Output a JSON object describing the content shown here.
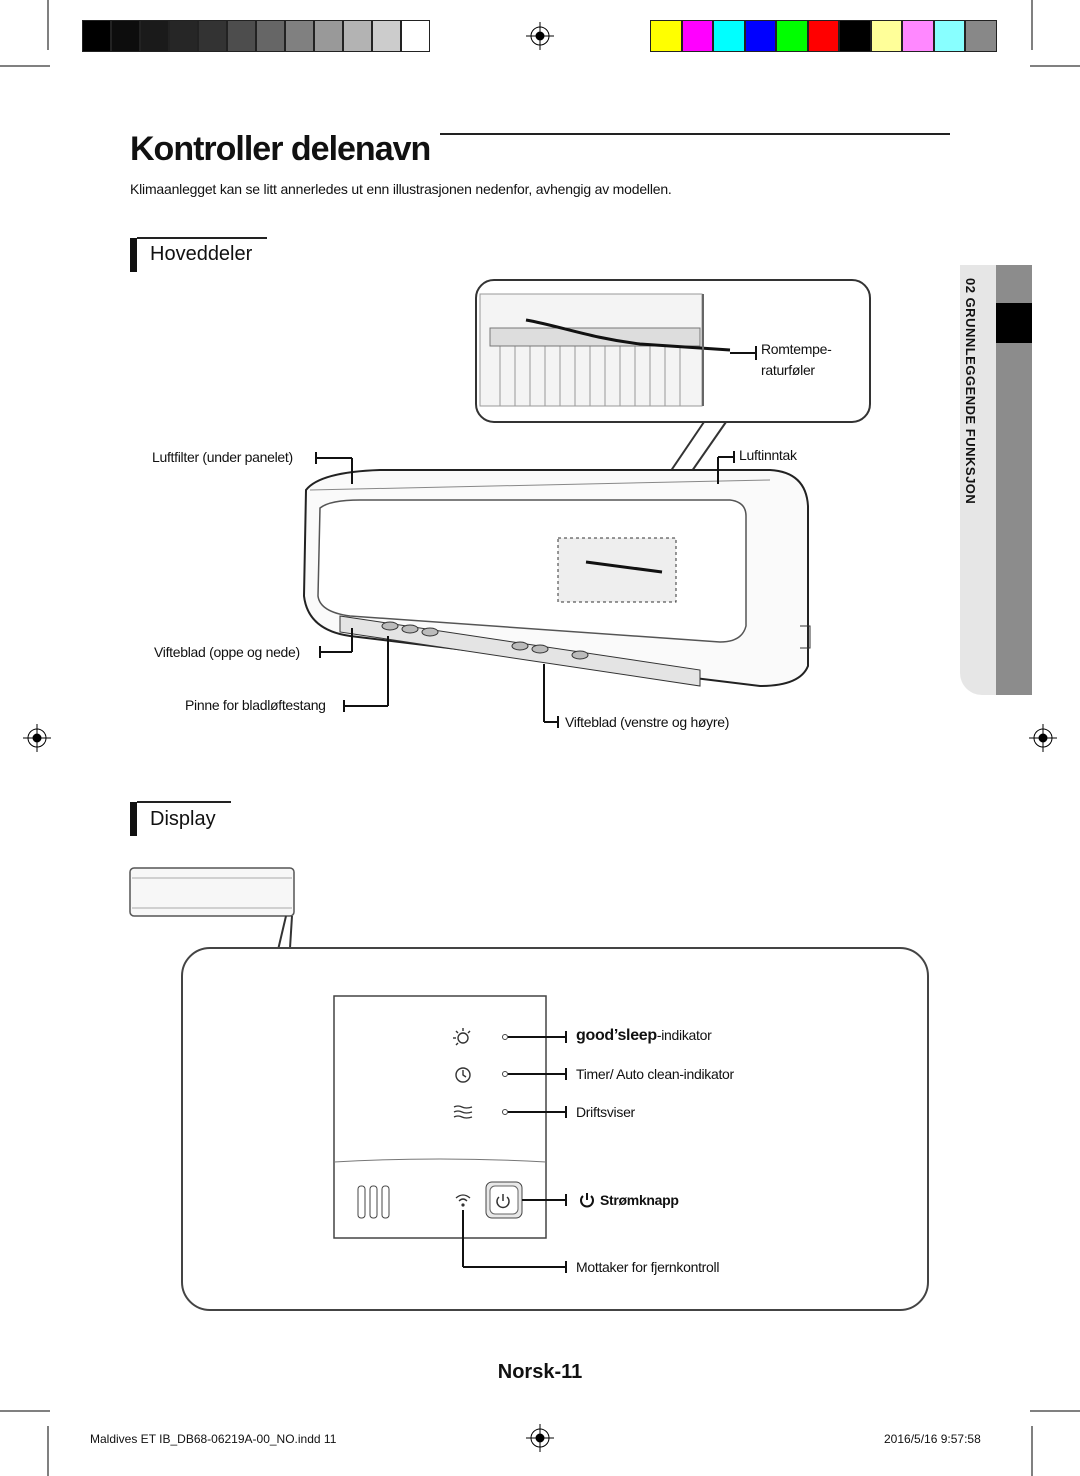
{
  "page": {
    "title": "Kontroller delenavn",
    "intro": "Klimaanlegget kan se litt annerledes ut enn illustrasjonen nedenfor, avhengig av modellen.",
    "side_tab": "02  GRUNNLEGGENDE FUNKSJON",
    "page_number": "Norsk-11"
  },
  "section_main": {
    "heading": "Hoveddeler",
    "labels": {
      "room_sensor": "Romtempe-",
      "room_sensor_2": "raturføler",
      "air_filter": "Luftfilter (under panelet)",
      "air_intake": "Luftinntak",
      "blade_updown": "Vifteblad (oppe og nede)",
      "blade_pin": "Pinne for bladløftestang",
      "blade_leftright": "Vifteblad (venstre og høyre)"
    }
  },
  "section_display": {
    "heading": "Display",
    "labels": {
      "goodsleep_brand": "good’sleep",
      "goodsleep_suffix": "-indikator",
      "timer": "Timer/ Auto clean-indikator",
      "operation": "Driftsviser",
      "power": "Strømknapp",
      "receiver": "Mottaker for fjernkontroll"
    }
  },
  "footer": {
    "file": "Maldives ET IB_DB68-06219A-00_NO.indd   11",
    "timestamp": "2016/5/16   9:57:58"
  },
  "colors": {
    "grayscale_bar": [
      "#000000",
      "#0d0d0d",
      "#1a1a1a",
      "#262626",
      "#333333",
      "#4d4d4d",
      "#666666",
      "#808080",
      "#999999",
      "#b3b3b3",
      "#cccccc",
      "#ffffff"
    ],
    "color_bar": [
      "#ffff00",
      "#ff00ff",
      "#00ffff",
      "#0000ff",
      "#00ff00",
      "#ff0000",
      "#000000",
      "#ffff99",
      "#ff88ff",
      "#88ffff",
      "#888888"
    ]
  },
  "icons": [
    "registration-mark-icon",
    "goodsleep-indicator-icon",
    "timer-indicator-icon",
    "operation-indicator-icon",
    "power-icon",
    "remote-receiver-icon"
  ]
}
